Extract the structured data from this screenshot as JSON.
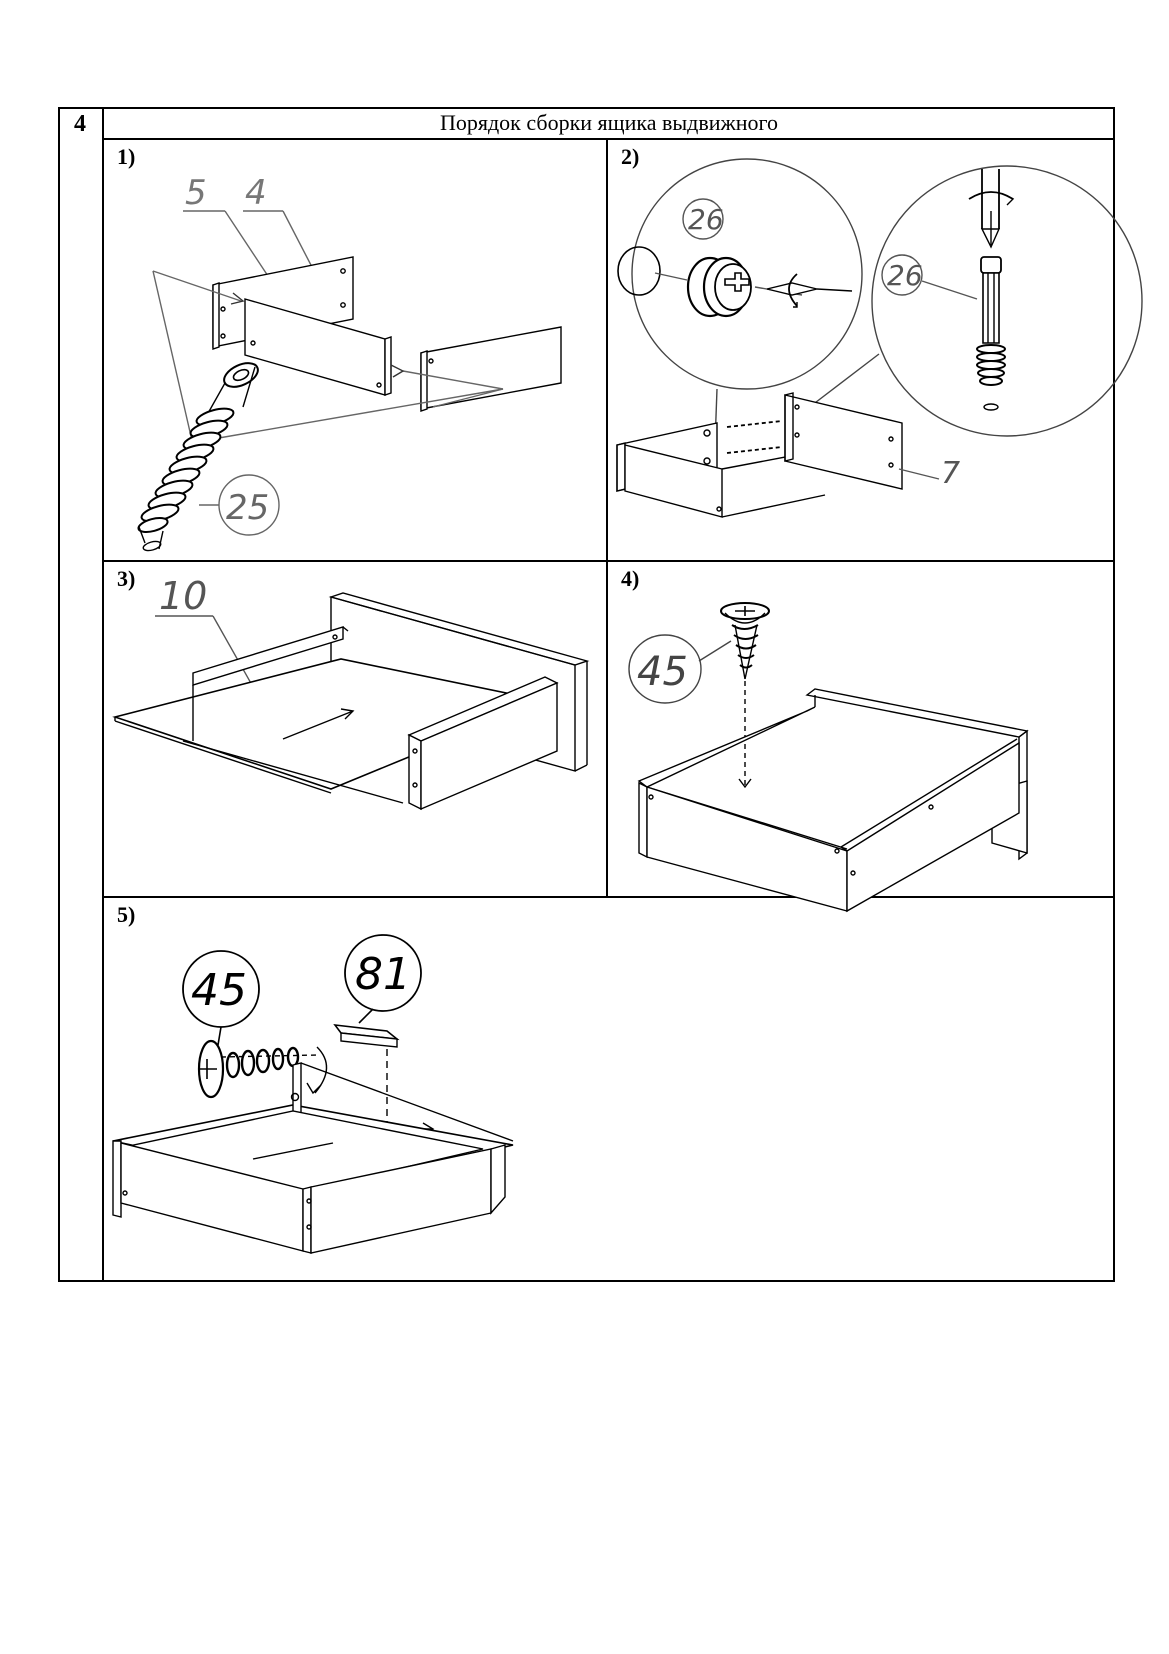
{
  "section": {
    "number": "4",
    "title": "Порядок сборки ящика выдвижного"
  },
  "steps": [
    {
      "label": "1)",
      "callouts": [
        "5",
        "4",
        "25"
      ]
    },
    {
      "label": "2)",
      "callouts": [
        "26",
        "26",
        "7"
      ]
    },
    {
      "label": "3)",
      "callouts": [
        "10"
      ]
    },
    {
      "label": "4)",
      "callouts": [
        "45"
      ]
    },
    {
      "label": "5)",
      "callouts": [
        "45",
        "81"
      ]
    }
  ]
}
